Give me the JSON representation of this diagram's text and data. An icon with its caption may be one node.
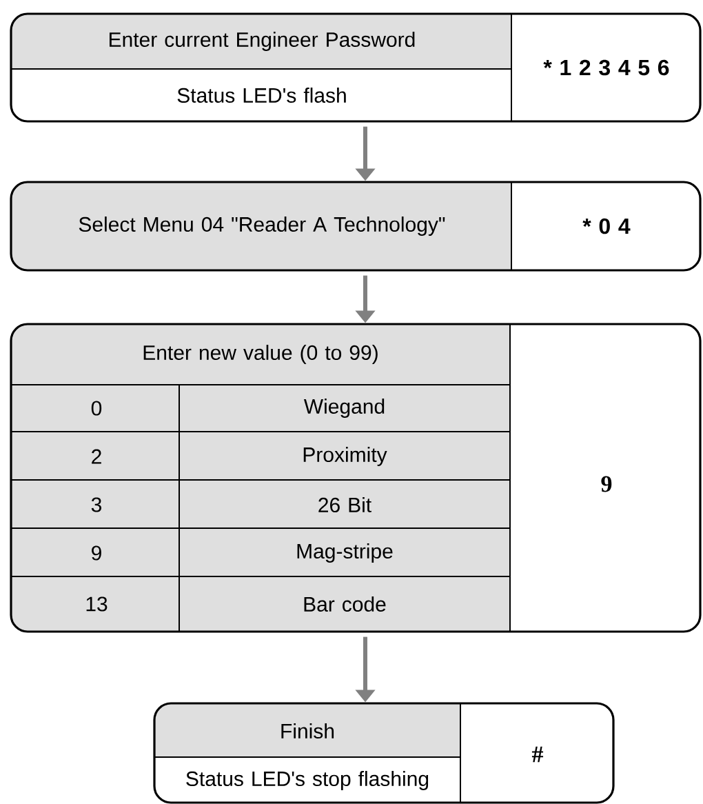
{
  "diagram": {
    "nodes": [
      {
        "text": [
          "Enter current Engineer Password",
          "Status LED's flash",
          "* 1 2 3 4 5 6"
        ]
      },
      {
        "text": [
          "Select Menu 04 \"Reader A Technology\"",
          "* 0 4"
        ]
      },
      {
        "text": [
          "Enter new value (0 to 99)",
          "0",
          "Wiegand",
          "2",
          "Proximity",
          "3",
          "26 Bit",
          "9",
          "Mag-stripe",
          "13",
          "Bar code",
          "9"
        ]
      },
      {
        "text": [
          "Finish",
          "Status LED's stop flashing",
          "#"
        ]
      }
    ],
    "edges": [
      {
        "from": 0,
        "to": 1,
        "arrow": "to"
      },
      {
        "from": 1,
        "to": 2,
        "arrow": "to"
      },
      {
        "from": 2,
        "to": 3,
        "arrow": "to"
      }
    ]
  }
}
